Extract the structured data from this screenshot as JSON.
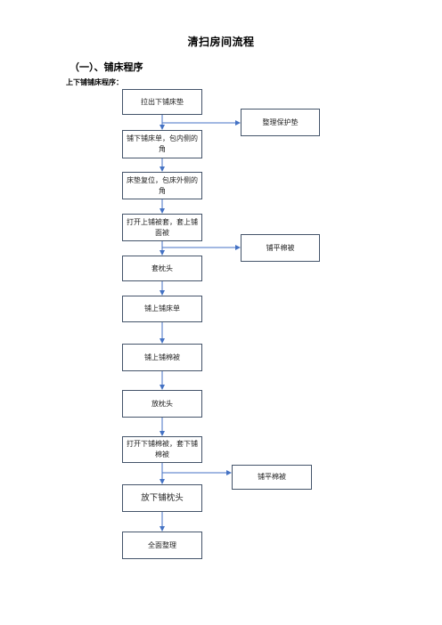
{
  "title": "清扫房间流程",
  "section_heading": "（一）、铺床程序",
  "subheading": "上下铺铺床程序：",
  "colors": {
    "box_border": "#44546a",
    "arrow": "#4472c4"
  },
  "main_steps": [
    "拉出下铺床垫",
    "铺下铺床单，包内侧的角",
    "床垫复位，包床外侧的角",
    "打开上铺被套，套上铺面被",
    "套枕头",
    "铺上铺床单",
    "铺上铺棉被",
    "放枕头",
    "打开下铺棉被，套下铺棉被",
    "放下铺枕头",
    "全面整理"
  ],
  "side_steps": [
    "整理保护垫",
    "铺平棉被",
    "铺平棉被"
  ]
}
